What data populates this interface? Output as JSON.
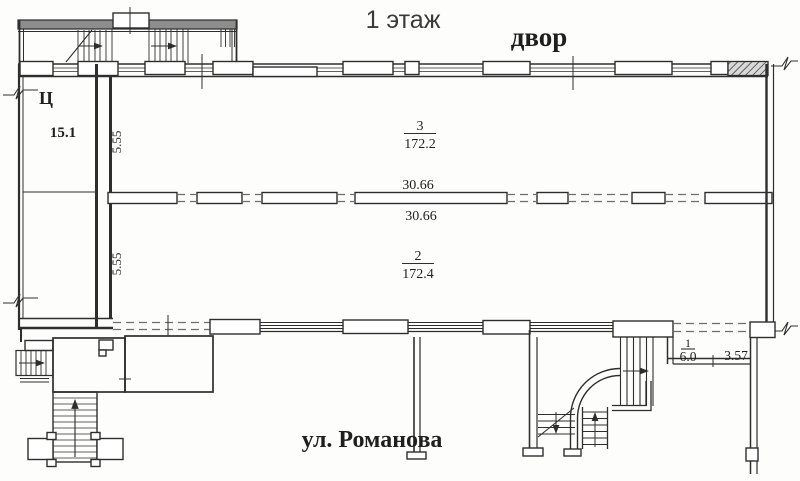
{
  "title": "1 этаж",
  "labels": {
    "courtyard": "двор",
    "street": "ул. Романова",
    "cellar_mark": "Ц",
    "left_room_area": "15.1"
  },
  "rooms": {
    "room3": {
      "number": "3",
      "area": "172.2"
    },
    "room2": {
      "number": "2",
      "area": "172.4"
    },
    "room1": {
      "number": "1",
      "area": "6.0"
    }
  },
  "dimensions": {
    "depth_upper": "5.55",
    "depth_lower": "5.55",
    "length_upper": "30.66",
    "length_lower": "30.66",
    "entry_width": "3.57"
  },
  "colors": {
    "ink": "#2e2e2e",
    "paper": "#fdfdfc",
    "annex_band": "#8d8d8d",
    "dash": "#6e6e6e",
    "hatch_bg": "#d9d9d9"
  }
}
